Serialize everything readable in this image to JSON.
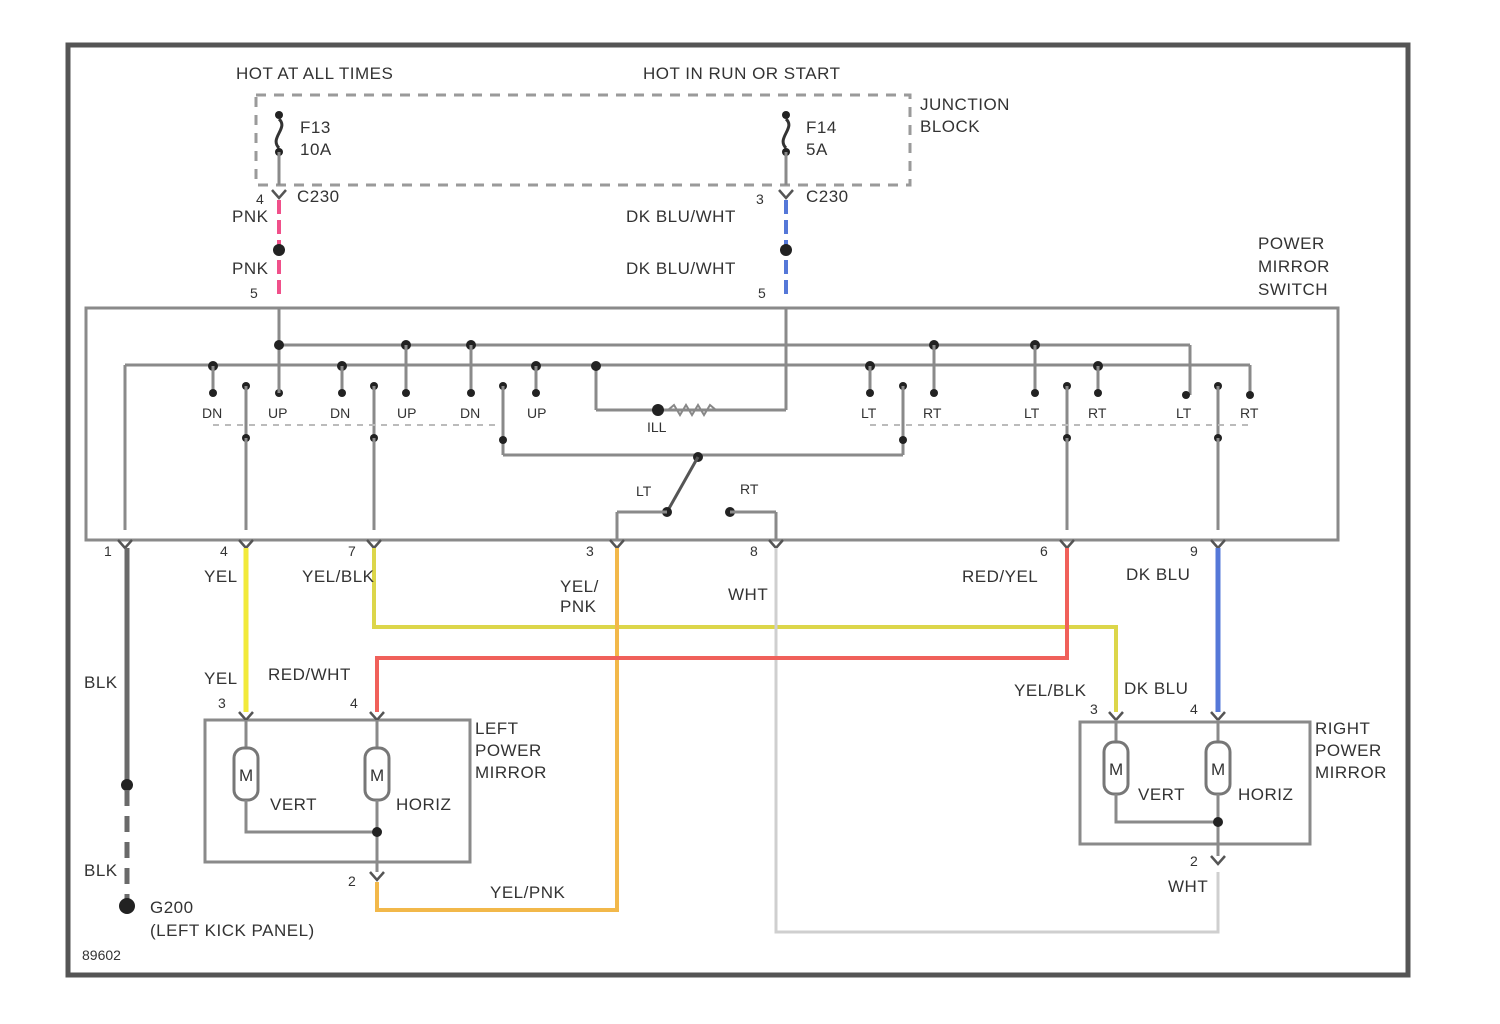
{
  "labels": {
    "hot_all_times": "HOT AT ALL TIMES",
    "hot_run_start": "HOT IN RUN OR START",
    "junction_block_1": "JUNCTION",
    "junction_block_2": "BLOCK",
    "fuse_left_name": "F13",
    "fuse_left_rating": "10A",
    "fuse_right_name": "F14",
    "fuse_right_rating": "5A",
    "conn_left_pin": "4",
    "conn_left": "C230",
    "conn_right_pin": "3",
    "conn_right": "C230",
    "wire_pnk_1": "PNK",
    "wire_pnk_2": "PNK",
    "wire_dkbluwht_1": "DK BLU/WHT",
    "wire_dkbluwht_2": "DK BLU/WHT",
    "switch_pin_left": "5",
    "switch_pin_right": "5",
    "power_mirror_switch_1": "POWER",
    "power_mirror_switch_2": "MIRROR",
    "power_mirror_switch_3": "SWITCH",
    "sw_dn1": "DN",
    "sw_up1": "UP",
    "sw_dn2": "DN",
    "sw_up2": "UP",
    "sw_dn3": "DN",
    "sw_up3": "UP",
    "sw_ill": "ILL",
    "sw_lt1": "LT",
    "sw_rt1": "RT",
    "sw_lt2": "LT",
    "sw_rt2": "RT",
    "sw_lt3": "LT",
    "sw_rt3": "RT",
    "sel_lt": "LT",
    "sel_rt": "RT",
    "pin_1": "1",
    "pin_4": "4",
    "pin_7": "7",
    "pin_3": "3",
    "pin_8": "8",
    "pin_6": "6",
    "pin_9": "9",
    "wire_yel": "YEL",
    "wire_yelblk": "YEL/BLK",
    "wire_yelpnk_1": "YEL/",
    "wire_yelpnk_2": "PNK",
    "wire_wht": "WHT",
    "wire_redyel": "RED/YEL",
    "wire_dkblu": "DK BLU",
    "wire_blk": "BLK",
    "wire_yel_2": "YEL",
    "wire_redwht": "RED/WHT",
    "lm_pin_3": "3",
    "lm_pin_4": "4",
    "left_mirror_1": "LEFT",
    "left_mirror_2": "POWER",
    "left_mirror_3": "MIRROR",
    "motor_m1": "M",
    "motor_m2": "M",
    "vert_left": "VERT",
    "horiz_left": "HORIZ",
    "lm_pin_2": "2",
    "wire_yelpnk_bottom": "YEL/PNK",
    "wire_yelblk_r": "YEL/BLK",
    "wire_dkblu_r": "DK BLU",
    "rm_pin_3": "3",
    "rm_pin_4": "4",
    "right_mirror_1": "RIGHT",
    "right_mirror_2": "POWER",
    "right_mirror_3": "MIRROR",
    "motor_m3": "M",
    "motor_m4": "M",
    "vert_right": "VERT",
    "horiz_right": "HORIZ",
    "rm_pin_2": "2",
    "wire_wht_r": "WHT",
    "wire_blk_2": "BLK",
    "ground_name": "G200",
    "ground_loc": "(LEFT KICK PANEL)",
    "diagram_code": "89602"
  },
  "colors": {
    "pnk": "#f0508a",
    "dkblu": "#5578d8",
    "yel": "#f2ea3a",
    "yelblk": "#d8d45a",
    "yelpnk": "#f2b84a",
    "red": "#f0605a",
    "gray": "#8a8a8a",
    "wht": "#c8c8c8"
  }
}
